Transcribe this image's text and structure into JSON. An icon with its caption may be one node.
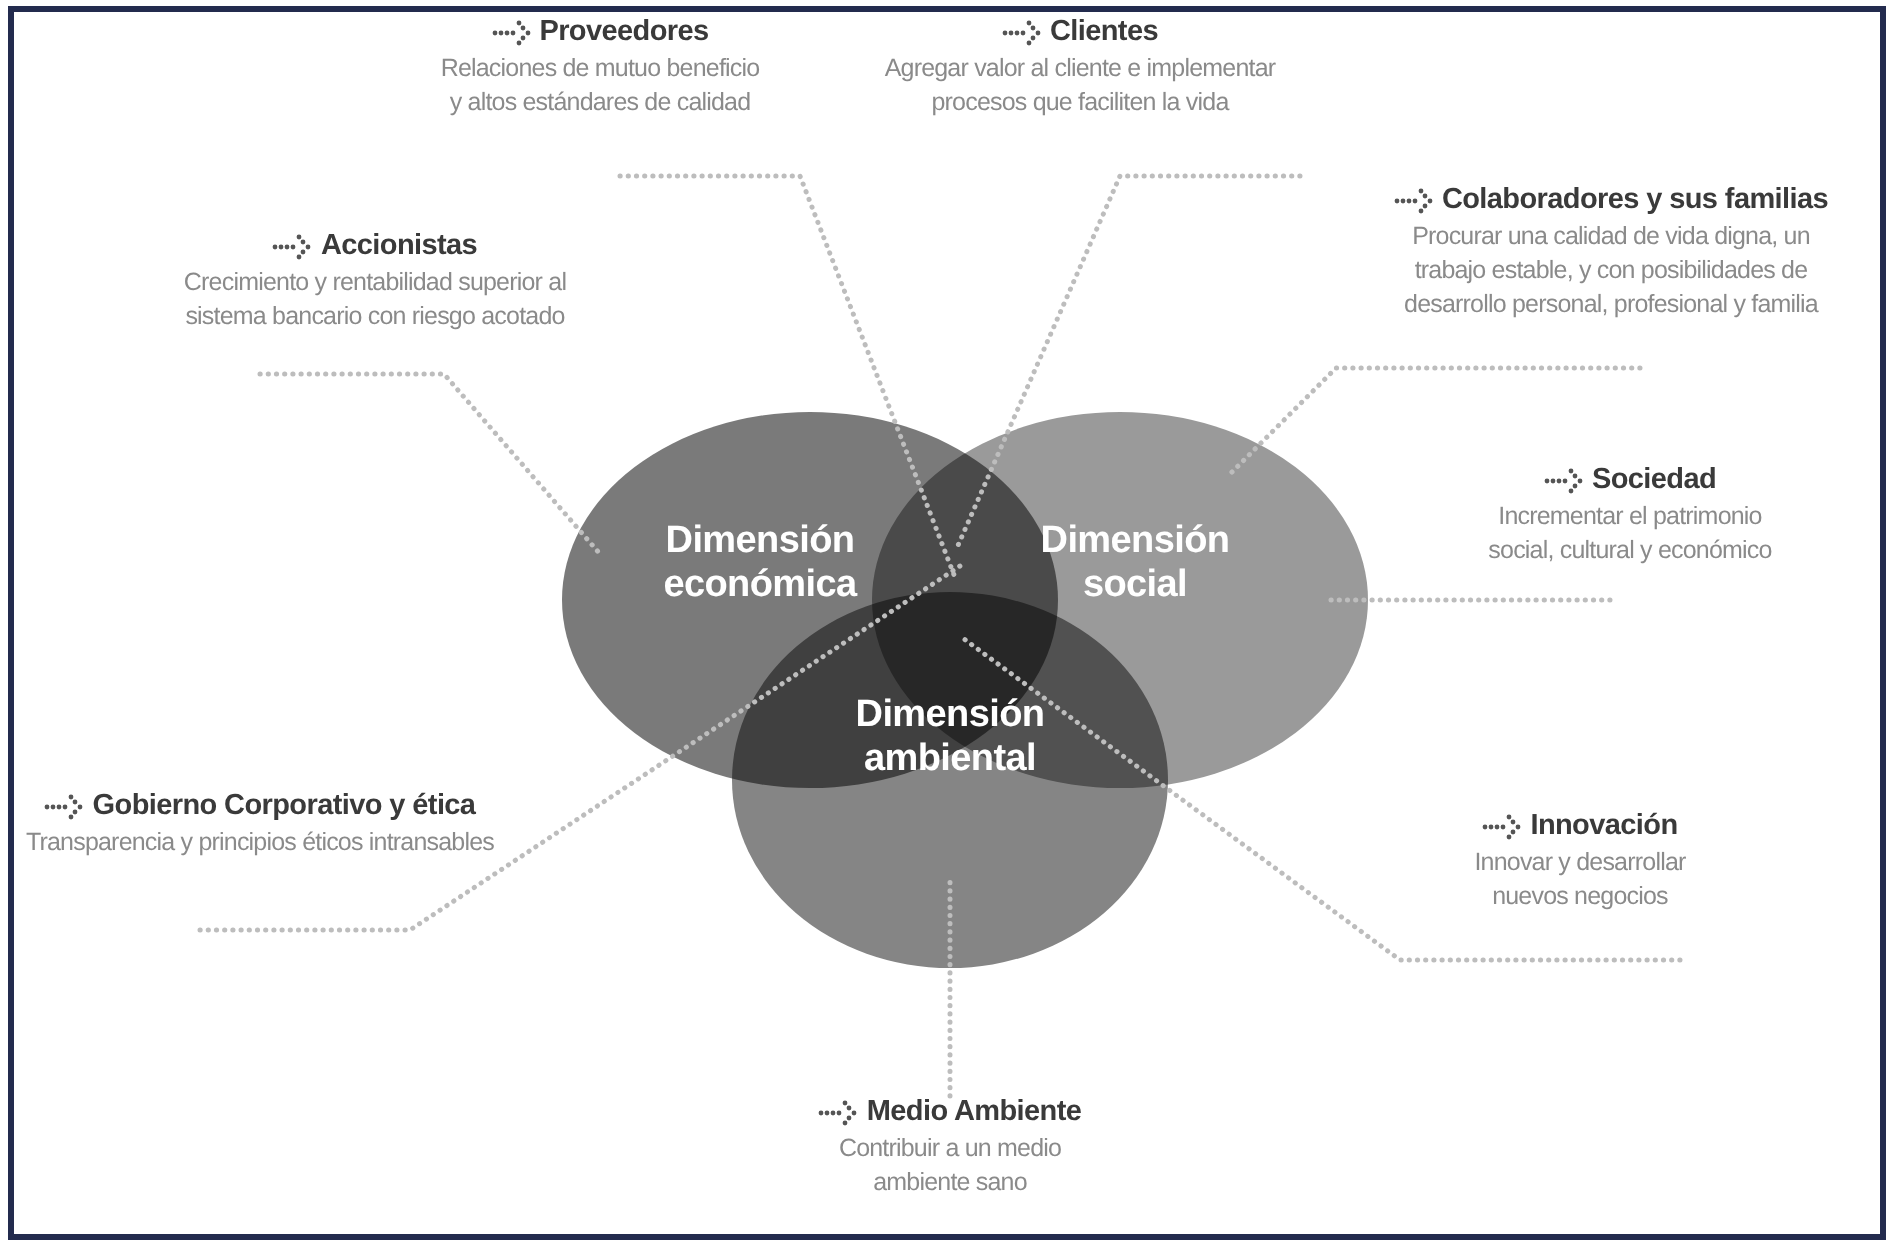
{
  "diagram": {
    "nodes": [
      {
        "text": [
          "Dimensión económica"
        ]
      },
      {
        "text": [
          "Dimensión social"
        ]
      },
      {
        "text": [
          "Dimensión ambiental"
        ]
      },
      {
        "text": [
          "Proveedores",
          "Relaciones de mutuo beneficio y altos estándares de calidad"
        ]
      },
      {
        "text": [
          "Clientes",
          "Agregar valor al cliente e implementar procesos que faciliten la vida"
        ]
      },
      {
        "text": [
          "Accionistas",
          "Crecimiento y rentabilidad superior al sistema bancario con riesgo acotado"
        ]
      },
      {
        "text": [
          "Colaboradores y sus familias",
          "Procurar una calidad de vida digna, un trabajo estable, y con posibilidades de desarrollo personal, profesional y familia"
        ]
      },
      {
        "text": [
          "Sociedad",
          "Incrementar el patrimonio social, cultural y económico"
        ]
      },
      {
        "text": [
          "Gobierno Corporativo y ética",
          "Transparencia y principios éticos intransables"
        ]
      },
      {
        "text": [
          "Innovación",
          "Innovar y desarrollar nuevos negocios"
        ]
      },
      {
        "text": [
          "Medio Ambiente",
          "Contribuir a un medio ambiente sano"
        ]
      }
    ],
    "edges": [
      {
        "from": 3,
        "to": 0,
        "arrow": "none",
        "style": "dashed"
      },
      {
        "from": 4,
        "to": 0,
        "arrow": "none",
        "style": "dashed"
      },
      {
        "from": 5,
        "to": 0,
        "arrow": "none",
        "style": "dashed"
      },
      {
        "from": 6,
        "to": 1,
        "arrow": "none",
        "style": "dashed"
      },
      {
        "from": 7,
        "to": 1,
        "arrow": "none",
        "style": "dashed"
      },
      {
        "from": 8,
        "to": 0,
        "arrow": "none",
        "style": "dashed"
      },
      {
        "from": 9,
        "to": 2,
        "arrow": "none",
        "style": "dashed"
      },
      {
        "from": 10,
        "to": 2,
        "arrow": "none",
        "style": "dashed"
      }
    ]
  }
}
